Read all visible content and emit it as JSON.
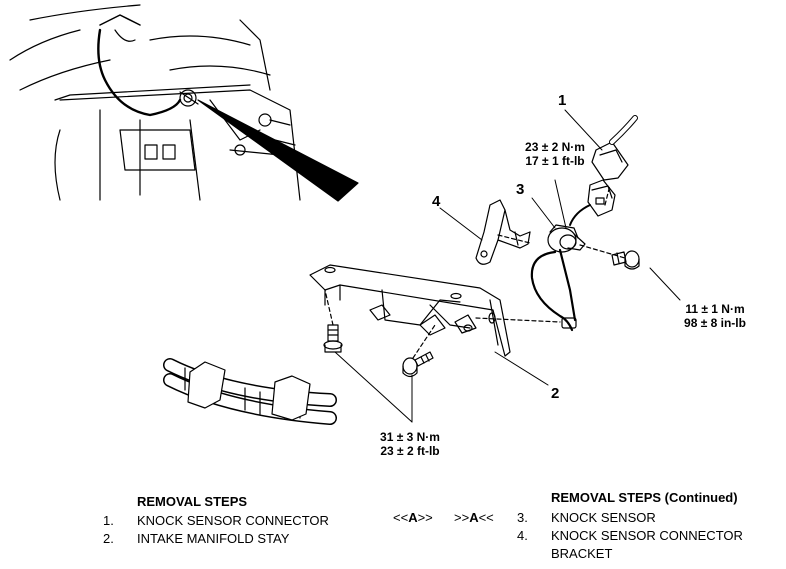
{
  "callouts": [
    {
      "id": "1",
      "label": "1"
    },
    {
      "id": "2",
      "label": "2"
    },
    {
      "id": "3",
      "label": "3"
    },
    {
      "id": "4",
      "label": "4"
    }
  ],
  "torque": {
    "t1": {
      "nm": "23 ± 2 N·m",
      "imp": "17 ± 1 ft-lb"
    },
    "t2": {
      "nm": "11 ± 1 N·m",
      "imp": "98 ± 8 in-lb"
    },
    "t3": {
      "nm": "31 ± 3 N·m",
      "imp": "23 ± 2 ft-lb"
    }
  },
  "removal_left": {
    "title": "REMOVAL STEPS",
    "steps": [
      {
        "num": "1.",
        "text": "KNOCK SENSOR CONNECTOR"
      },
      {
        "num": "2.",
        "text": "INTAKE MANIFOLD STAY"
      }
    ]
  },
  "refs": {
    "left": {
      "pre": "<<",
      "code": "A",
      "post": ">>"
    },
    "right": {
      "pre": ">>",
      "code": "A",
      "post": "<<"
    }
  },
  "removal_right": {
    "title": "REMOVAL STEPS (Continued)",
    "steps": [
      {
        "num": "3.",
        "text": "KNOCK SENSOR"
      },
      {
        "num": "4.",
        "text": "KNOCK SENSOR CONNECTOR"
      }
    ],
    "continuation": "BRACKET"
  }
}
